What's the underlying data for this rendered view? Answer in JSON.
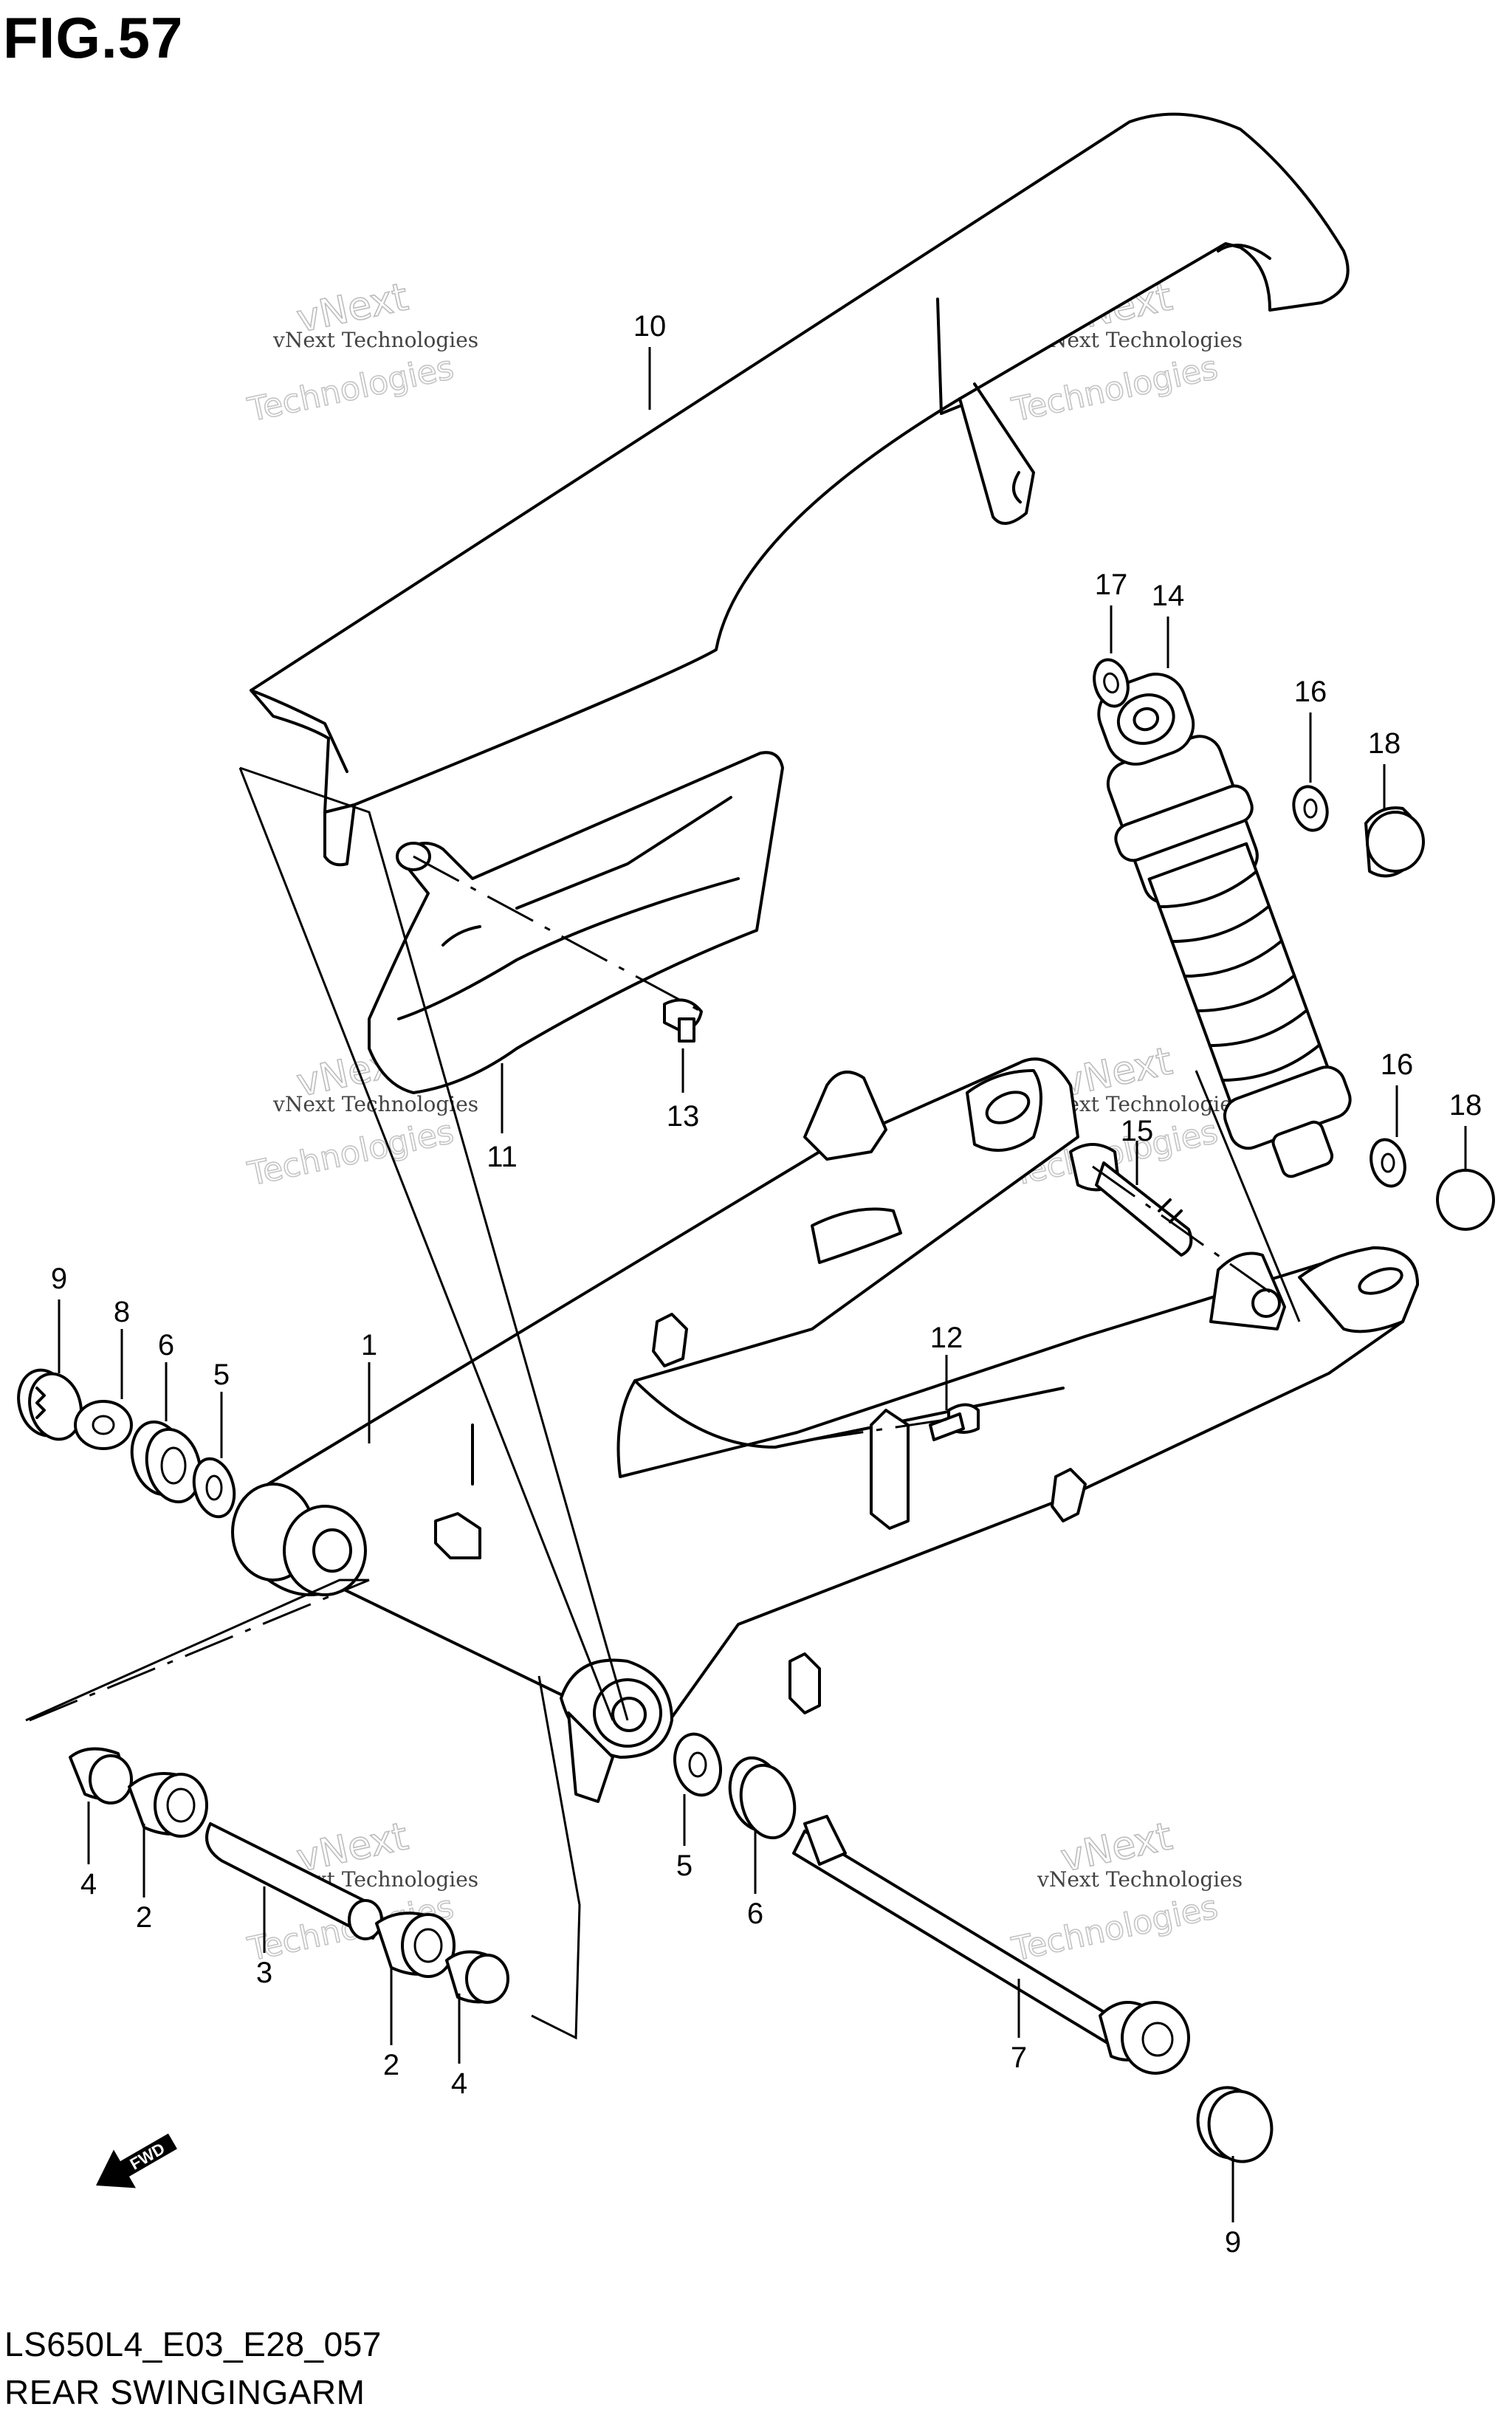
{
  "figure": {
    "title": "FIG.57"
  },
  "footer": {
    "code": "LS650L4_E03_E28_057",
    "name": "REAR SWINGINGARM"
  },
  "fwd_label": "FWD",
  "watermark": {
    "line1": "vNext Technologies",
    "big1": "vNext",
    "big2": "Technologies"
  },
  "callouts": [
    {
      "id": "c10",
      "label": "10"
    },
    {
      "id": "c17",
      "label": "17"
    },
    {
      "id": "c14",
      "label": "14"
    },
    {
      "id": "c16a",
      "label": "16"
    },
    {
      "id": "c18a",
      "label": "18"
    },
    {
      "id": "c16b",
      "label": "16"
    },
    {
      "id": "c18b",
      "label": "18"
    },
    {
      "id": "c13",
      "label": "13"
    },
    {
      "id": "c11",
      "label": "11"
    },
    {
      "id": "c15",
      "label": "15"
    },
    {
      "id": "c9a",
      "label": "9"
    },
    {
      "id": "c8",
      "label": "8"
    },
    {
      "id": "c6a",
      "label": "6"
    },
    {
      "id": "c5a",
      "label": "5"
    },
    {
      "id": "c1",
      "label": "1"
    },
    {
      "id": "c12",
      "label": "12"
    },
    {
      "id": "c4a",
      "label": "4"
    },
    {
      "id": "c2a",
      "label": "2"
    },
    {
      "id": "c3",
      "label": "3"
    },
    {
      "id": "c2b",
      "label": "2"
    },
    {
      "id": "c4b",
      "label": "4"
    },
    {
      "id": "c5b",
      "label": "5"
    },
    {
      "id": "c6b",
      "label": "6"
    },
    {
      "id": "c7",
      "label": "7"
    },
    {
      "id": "c9b",
      "label": "9"
    }
  ]
}
